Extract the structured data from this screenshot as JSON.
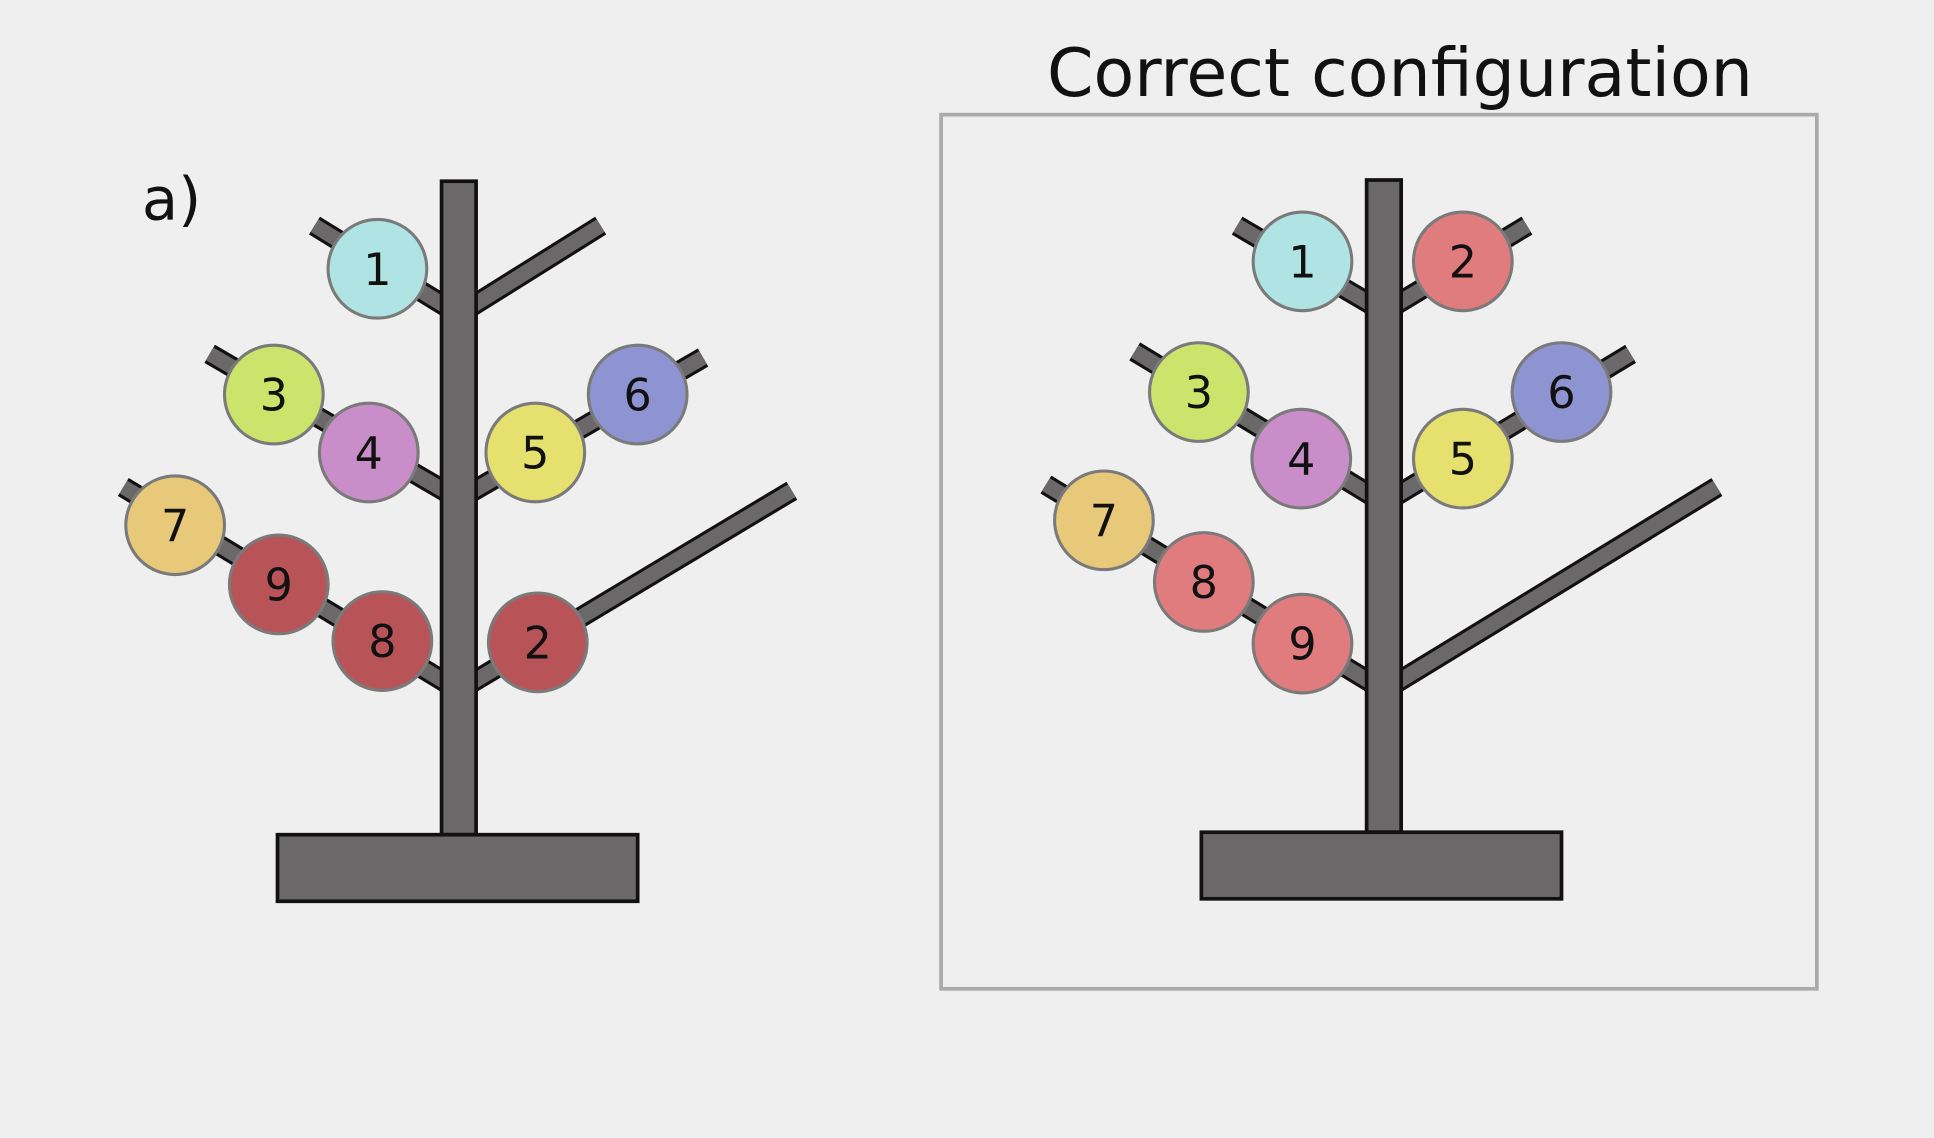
{
  "panel_label": "a)",
  "right_title": "Correct configuration",
  "colors": {
    "trunk": "#6b6869",
    "outline": "#111111",
    "ball_outline": "#7a7a7a",
    "frame": "#aaaaaa"
  },
  "left_tree": {
    "balls": [
      {
        "label": "1",
        "color": "#b0e4e4"
      },
      {
        "label": "3",
        "color": "#cde46c"
      },
      {
        "label": "4",
        "color": "#c98ec9"
      },
      {
        "label": "5",
        "color": "#e6e06e"
      },
      {
        "label": "6",
        "color": "#8e94d2"
      },
      {
        "label": "7",
        "color": "#e8c97a"
      },
      {
        "label": "9",
        "color": "#b85457"
      },
      {
        "label": "8",
        "color": "#b85457"
      },
      {
        "label": "2",
        "color": "#b85457"
      }
    ]
  },
  "right_tree": {
    "balls": [
      {
        "label": "1",
        "color": "#b0e4e4"
      },
      {
        "label": "2",
        "color": "#e07b7e"
      },
      {
        "label": "3",
        "color": "#cde46c"
      },
      {
        "label": "4",
        "color": "#c98ec9"
      },
      {
        "label": "5",
        "color": "#e6e06e"
      },
      {
        "label": "6",
        "color": "#8e94d2"
      },
      {
        "label": "7",
        "color": "#e8c97a"
      },
      {
        "label": "8",
        "color": "#e07b7e"
      },
      {
        "label": "9",
        "color": "#e07b7e"
      }
    ]
  }
}
